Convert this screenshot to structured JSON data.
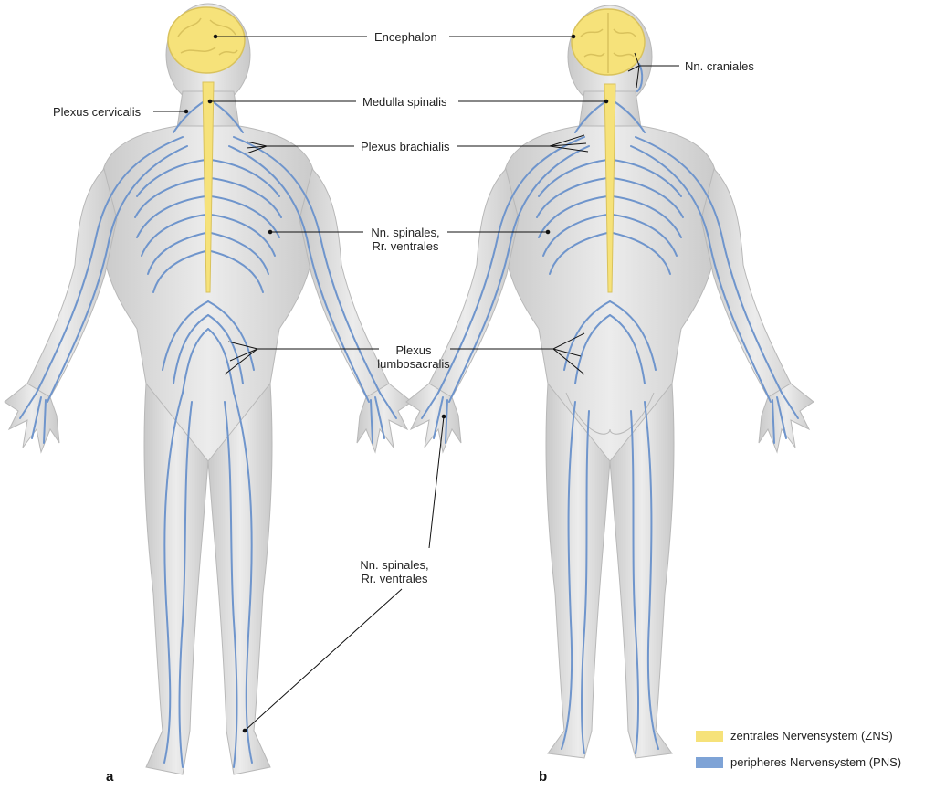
{
  "labels": {
    "encephalon": "Encephalon",
    "nn_craniales": "Nn. craniales",
    "plexus_cervicalis": "Plexus cervicalis",
    "medulla_spinalis": "Medulla spinalis",
    "plexus_brachialis": "Plexus brachialis",
    "nn_spinales_upper_1": "Nn. spinales,",
    "nn_spinales_upper_2": "Rr. ventrales",
    "plexus_lumbosacralis_1": "Plexus",
    "plexus_lumbosacralis_2": "lumbosacralis",
    "nn_spinales_lower_1": "Nn. spinales,",
    "nn_spinales_lower_2": "Rr. ventrales"
  },
  "panels": {
    "front": "a",
    "back": "b"
  },
  "legend": [
    {
      "label": "zentrales Nervensystem (ZNS)",
      "color": "#f6e27a"
    },
    {
      "label": "peripheres Nervensystem (PNS)",
      "color": "#7ea3d6"
    }
  ],
  "colors": {
    "cns": "#f6e27a",
    "pns": "#6f95cc",
    "body": "#dcdcdc",
    "body_edge": "#bdbdbd",
    "leader": "#111111"
  }
}
